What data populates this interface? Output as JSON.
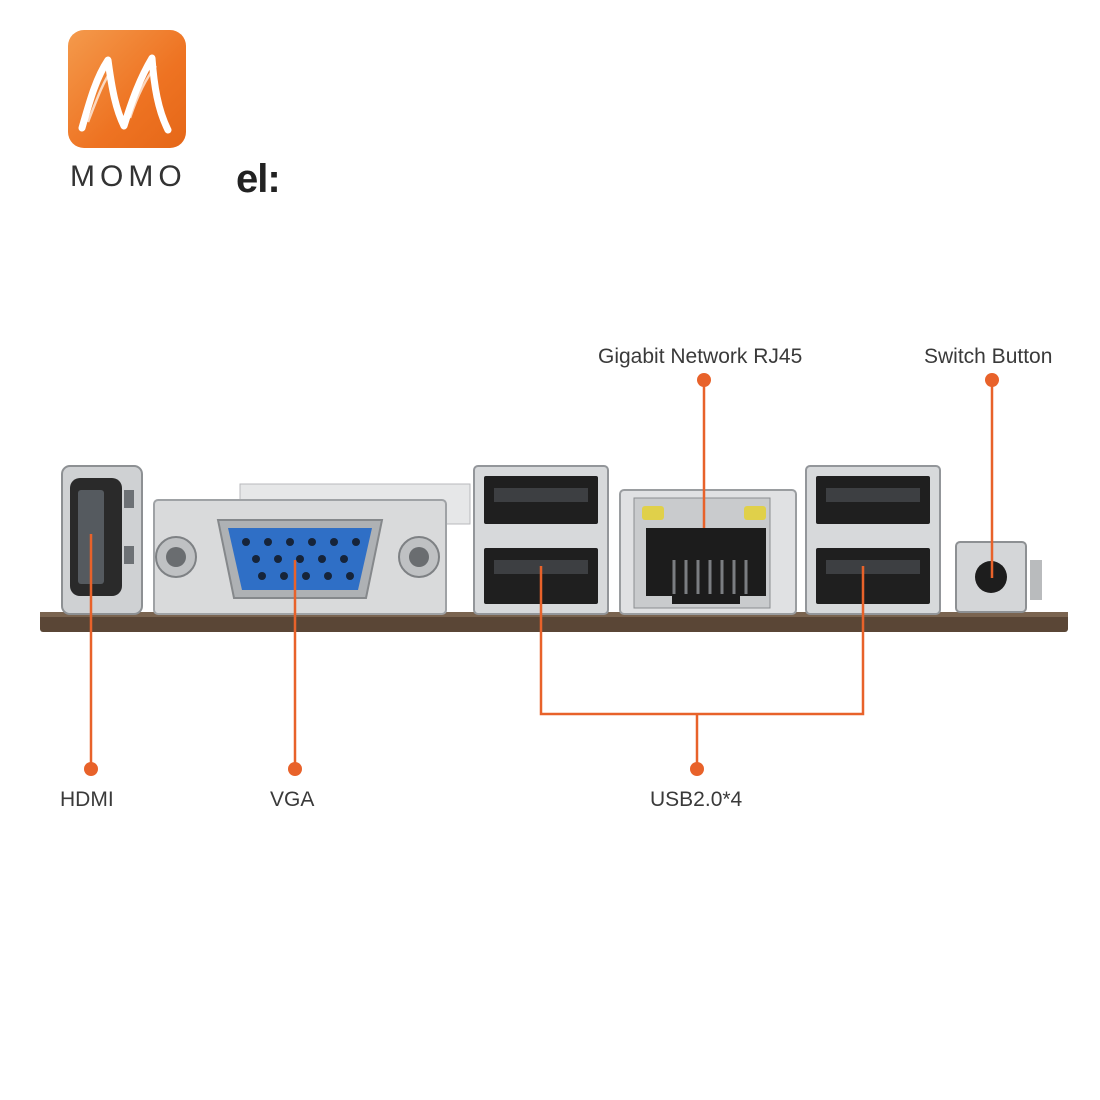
{
  "brand": {
    "name": "MOMO",
    "logo_letter": "M",
    "accent": "#ee7322"
  },
  "panel_title": "el:",
  "labels": {
    "rj45": "Gigabit Network RJ45",
    "switch": "Switch Button",
    "hdmi": "HDMI",
    "vga": "VGA",
    "usb": "USB2.0*4"
  },
  "colors": {
    "callout": "#e8622a",
    "board": "#5a4636",
    "vga_connector": "#2f6fc6",
    "metal": "#d9dadb"
  }
}
